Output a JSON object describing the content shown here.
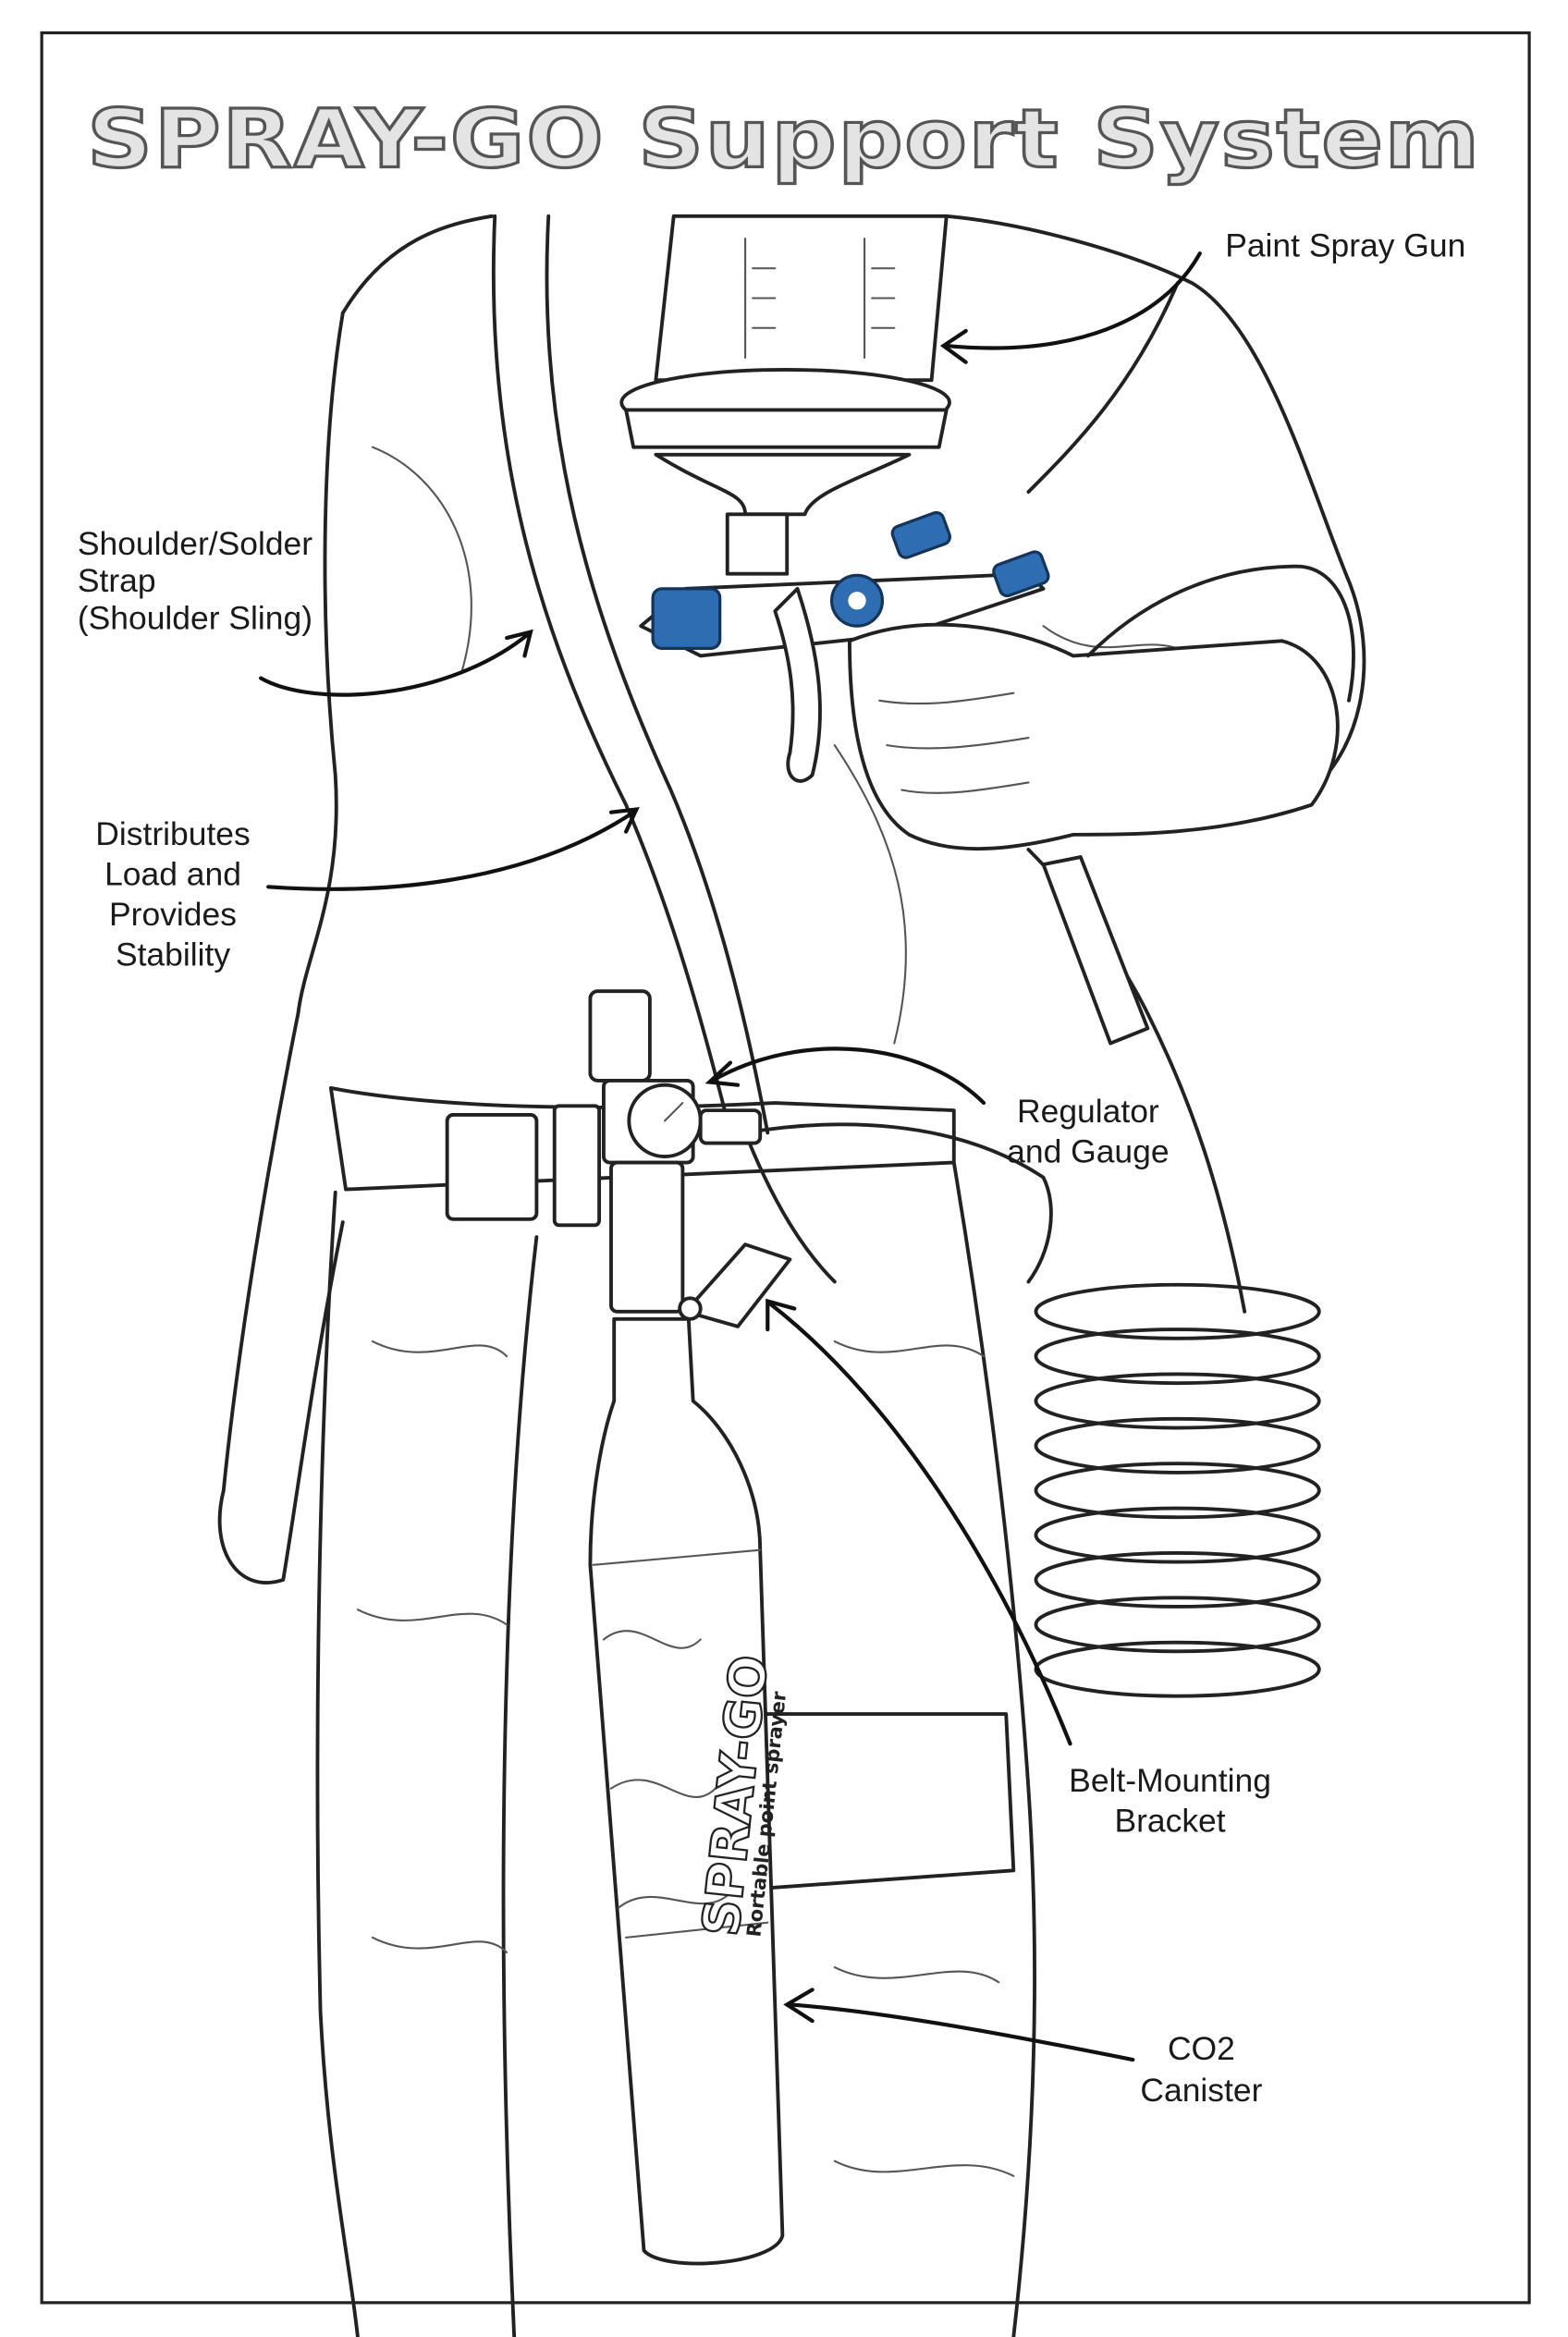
{
  "title": "SPRAY-GO Support System",
  "labels": {
    "paint_spray_gun": "Paint Spray Gun",
    "shoulder_strap": [
      "Shoulder/Solder",
      "Strap",
      "(Shoulder Sling)"
    ],
    "distributes": [
      "Distributes",
      "Load and",
      "Provides",
      "Stability"
    ],
    "regulator": [
      "Regulator",
      "and Gauge"
    ],
    "bracket": [
      "Belt-Mounting",
      "Bracket"
    ],
    "co2": [
      "CO2",
      "Canister"
    ]
  },
  "canister": {
    "brand": "SPRAY-GO",
    "subtitle": "Rortable point sprayer"
  },
  "colors": {
    "accent_blue": "#2f6db3"
  }
}
